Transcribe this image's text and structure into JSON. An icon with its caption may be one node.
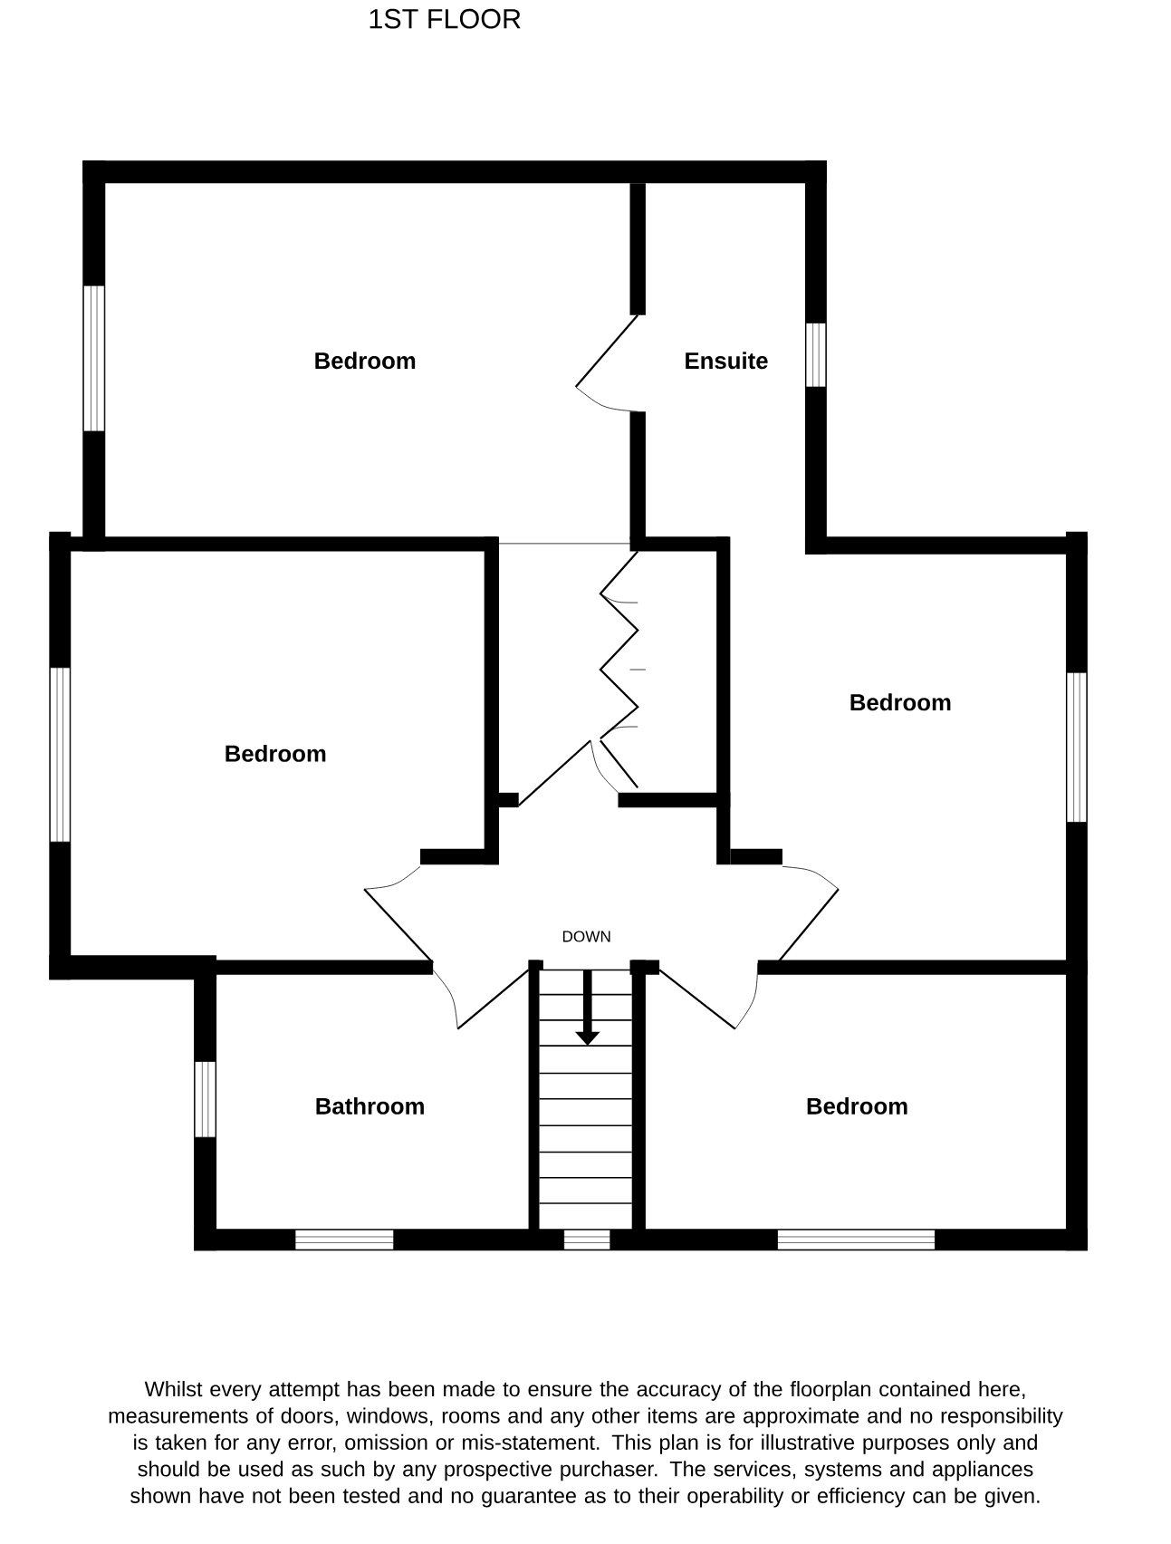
{
  "diagram": {
    "title": "1ST FLOOR",
    "labels": [
      "Bedroom",
      "Ensuite",
      "Bedroom",
      "Bedroom",
      "DOWN",
      "Bathroom",
      "Bedroom"
    ],
    "caption": "Whilst every attempt has been made to ensure the accuracy of the floorplan contained here, measurements of doors, windows, rooms and any other items are approximate and no responsibility is taken for any error, omission or mis-statement. This plan is for illustrative purposes only and should be used as such by any prospective purchaser. The services, systems and appliances shown have not been tested and no guarantee as to their operability or efficiency can be given."
  }
}
